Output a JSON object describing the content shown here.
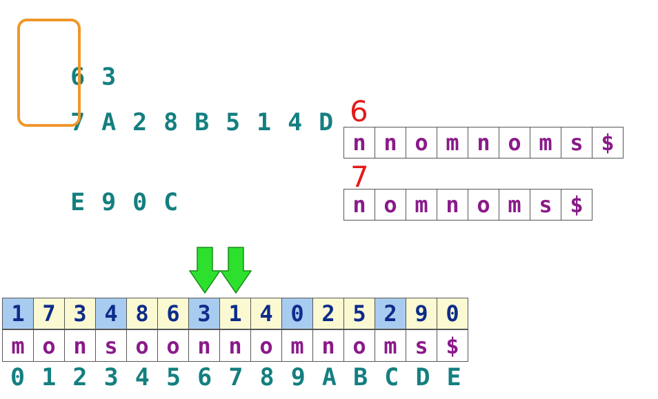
{
  "top_rows": {
    "row1": [
      "6",
      "3"
    ],
    "row2": [
      "7",
      "A",
      "2",
      "8",
      "B",
      "5",
      "1",
      "4",
      "D"
    ],
    "row3": [
      "E",
      "9",
      "0",
      "C"
    ]
  },
  "handwritten": {
    "label6": "6",
    "label7": "7"
  },
  "suffix6": [
    "n",
    "n",
    "o",
    "m",
    "n",
    "o",
    "m",
    "s",
    "$"
  ],
  "suffix7": [
    "n",
    "o",
    "m",
    "n",
    "o",
    "m",
    "s",
    "$"
  ],
  "bottom": {
    "numbers": [
      "1",
      "7",
      "3",
      "4",
      "8",
      "6",
      "3",
      "1",
      "4",
      "0",
      "2",
      "5",
      "2",
      "9",
      "0"
    ],
    "number_shading": [
      "blue",
      "yellow",
      "yellow",
      "blue",
      "yellow",
      "yellow",
      "blue",
      "yellow",
      "yellow",
      "blue",
      "yellow",
      "yellow",
      "blue",
      "yellow",
      "yellow"
    ],
    "chars": [
      "m",
      "o",
      "n",
      "s",
      "o",
      "o",
      "n",
      "n",
      "o",
      "m",
      "n",
      "o",
      "m",
      "s",
      "$"
    ],
    "indices": [
      "0",
      "1",
      "2",
      "3",
      "4",
      "5",
      "6",
      "7",
      "8",
      "9",
      "A",
      "B",
      "C",
      "D",
      "E"
    ]
  },
  "colors": {
    "teal": "#147f80",
    "purple": "#8a1a8a",
    "navy": "#0d2c8a",
    "orange": "#f0962a",
    "red": "#e51a1a",
    "green": "#2ee02e",
    "blue_cell": "#a8ccf0",
    "yellow_cell": "#fbf9d2"
  },
  "icons": {
    "arrows": [
      "down-arrow-icon",
      "down-arrow-icon"
    ]
  }
}
